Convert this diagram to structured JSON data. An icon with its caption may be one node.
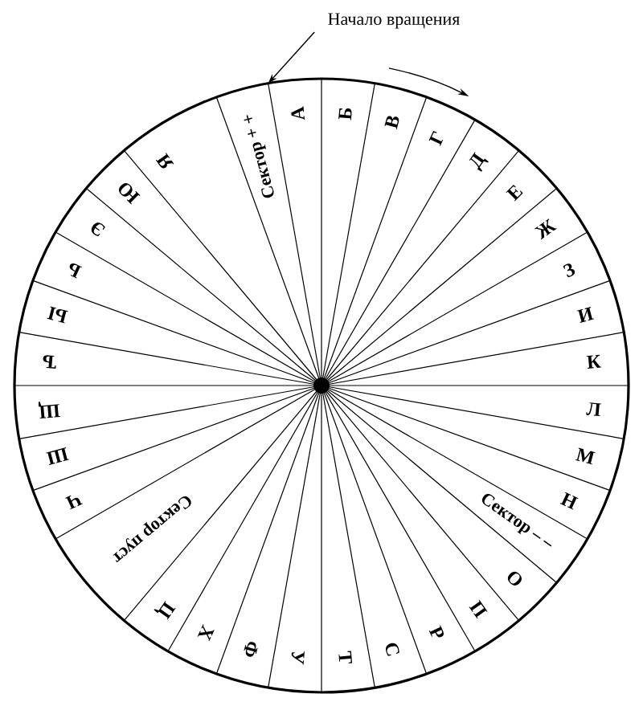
{
  "diagram": {
    "nodes": [
      {
        "text": [
          "Начало вращения"
        ]
      },
      {
        "text": [],
        "shape": "circle"
      },
      {
        "text": [
          "Сектор + +"
        ],
        "in": 1
      },
      {
        "text": [
          "А"
        ],
        "in": 1
      },
      {
        "text": [
          "Б"
        ],
        "in": 1
      },
      {
        "text": [
          "В"
        ],
        "in": 1
      },
      {
        "text": [
          "Г"
        ],
        "in": 1
      },
      {
        "text": [
          "Д"
        ],
        "in": 1
      },
      {
        "text": [
          "Е"
        ],
        "in": 1
      },
      {
        "text": [
          "Ж"
        ],
        "in": 1
      },
      {
        "text": [
          "З"
        ],
        "in": 1
      },
      {
        "text": [
          "И"
        ],
        "in": 1
      },
      {
        "text": [
          "К"
        ],
        "in": 1
      },
      {
        "text": [
          "Л"
        ],
        "in": 1
      },
      {
        "text": [
          "М"
        ],
        "in": 1
      },
      {
        "text": [
          "Н"
        ],
        "in": 1
      },
      {
        "text": [
          "Сектор – –"
        ],
        "in": 1
      },
      {
        "text": [
          "О"
        ],
        "in": 1
      },
      {
        "text": [
          "П"
        ],
        "in": 1
      },
      {
        "text": [
          "Р"
        ],
        "in": 1
      },
      {
        "text": [
          "С"
        ],
        "in": 1
      },
      {
        "text": [
          "Т"
        ],
        "in": 1
      },
      {
        "text": [
          "У"
        ],
        "in": 1
      },
      {
        "text": [
          "Ф"
        ],
        "in": 1
      },
      {
        "text": [
          "Х"
        ],
        "in": 1
      },
      {
        "text": [
          "Ц"
        ],
        "in": 1
      },
      {
        "text": [
          "Сектор пуст"
        ],
        "in": 1
      },
      {
        "text": [
          "Ч"
        ],
        "in": 1
      },
      {
        "text": [
          "Ш"
        ],
        "in": 1
      },
      {
        "text": [
          "Щ"
        ],
        "in": 1
      },
      {
        "text": [
          "Ъ"
        ],
        "in": 1
      },
      {
        "text": [
          "Ы"
        ],
        "in": 1
      },
      {
        "text": [
          "Ь"
        ],
        "in": 1
      },
      {
        "text": [
          "Э"
        ],
        "in": 1
      },
      {
        "text": [
          "Ю"
        ],
        "in": 1
      },
      {
        "text": [
          "Я"
        ],
        "in": 1
      }
    ],
    "edges": [
      {
        "from": 0,
        "to": 1,
        "arrow": "to"
      }
    ]
  }
}
